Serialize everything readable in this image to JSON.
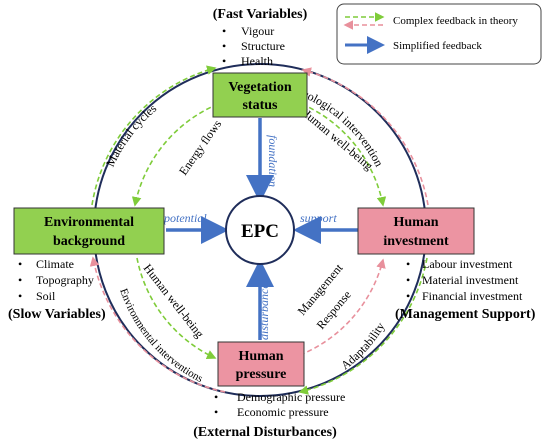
{
  "legend": {
    "green_dashed": "Complex feedback in theory",
    "blue_solid": "Simplified feedback"
  },
  "colors": {
    "green_box": "#92d050",
    "pink_box": "#ec94a2",
    "blue_arrow": "#4472c4",
    "green_dash": "#7fcc3a",
    "pink_dash": "#e8909c",
    "circle": "#1f2d5a"
  },
  "nodes": {
    "top": {
      "title_lines": [
        "Vegetation",
        "status"
      ],
      "group": "(Fast Variables)",
      "bullets": [
        "Vigour",
        "Structure",
        "Health"
      ]
    },
    "left": {
      "title_lines": [
        "Environmental",
        "background"
      ],
      "group": "(Slow Variables)",
      "bullets": [
        "Climate",
        "Topography",
        "Soil"
      ]
    },
    "right": {
      "title_lines": [
        "Human",
        "investment"
      ],
      "group": "(Management Support)",
      "bullets": [
        "Labour investment",
        "Material investment",
        "Financial investment"
      ]
    },
    "bottom": {
      "title_lines": [
        "Human",
        "pressure"
      ],
      "group": "(External Disturbances)",
      "bullets": [
        "Demographic pressure",
        "Economic pressure"
      ]
    },
    "center": {
      "label": "EPC"
    }
  },
  "spokes": {
    "top": "foundation",
    "left": "potential",
    "right": "support",
    "bottom": "disturbance"
  },
  "loop_labels": {
    "material_cycles": "Material cycles",
    "energy_flows": "Energy flows",
    "ecological_intervention": "Ecological intervention",
    "human_wellbeing_top": "Human well-being",
    "human_wellbeing_bottom": "Human well-being",
    "environmental_interventions": "Environmental interventions",
    "management_line1": "Management",
    "management_line2": "Response",
    "adaptability": "Adaptability"
  }
}
